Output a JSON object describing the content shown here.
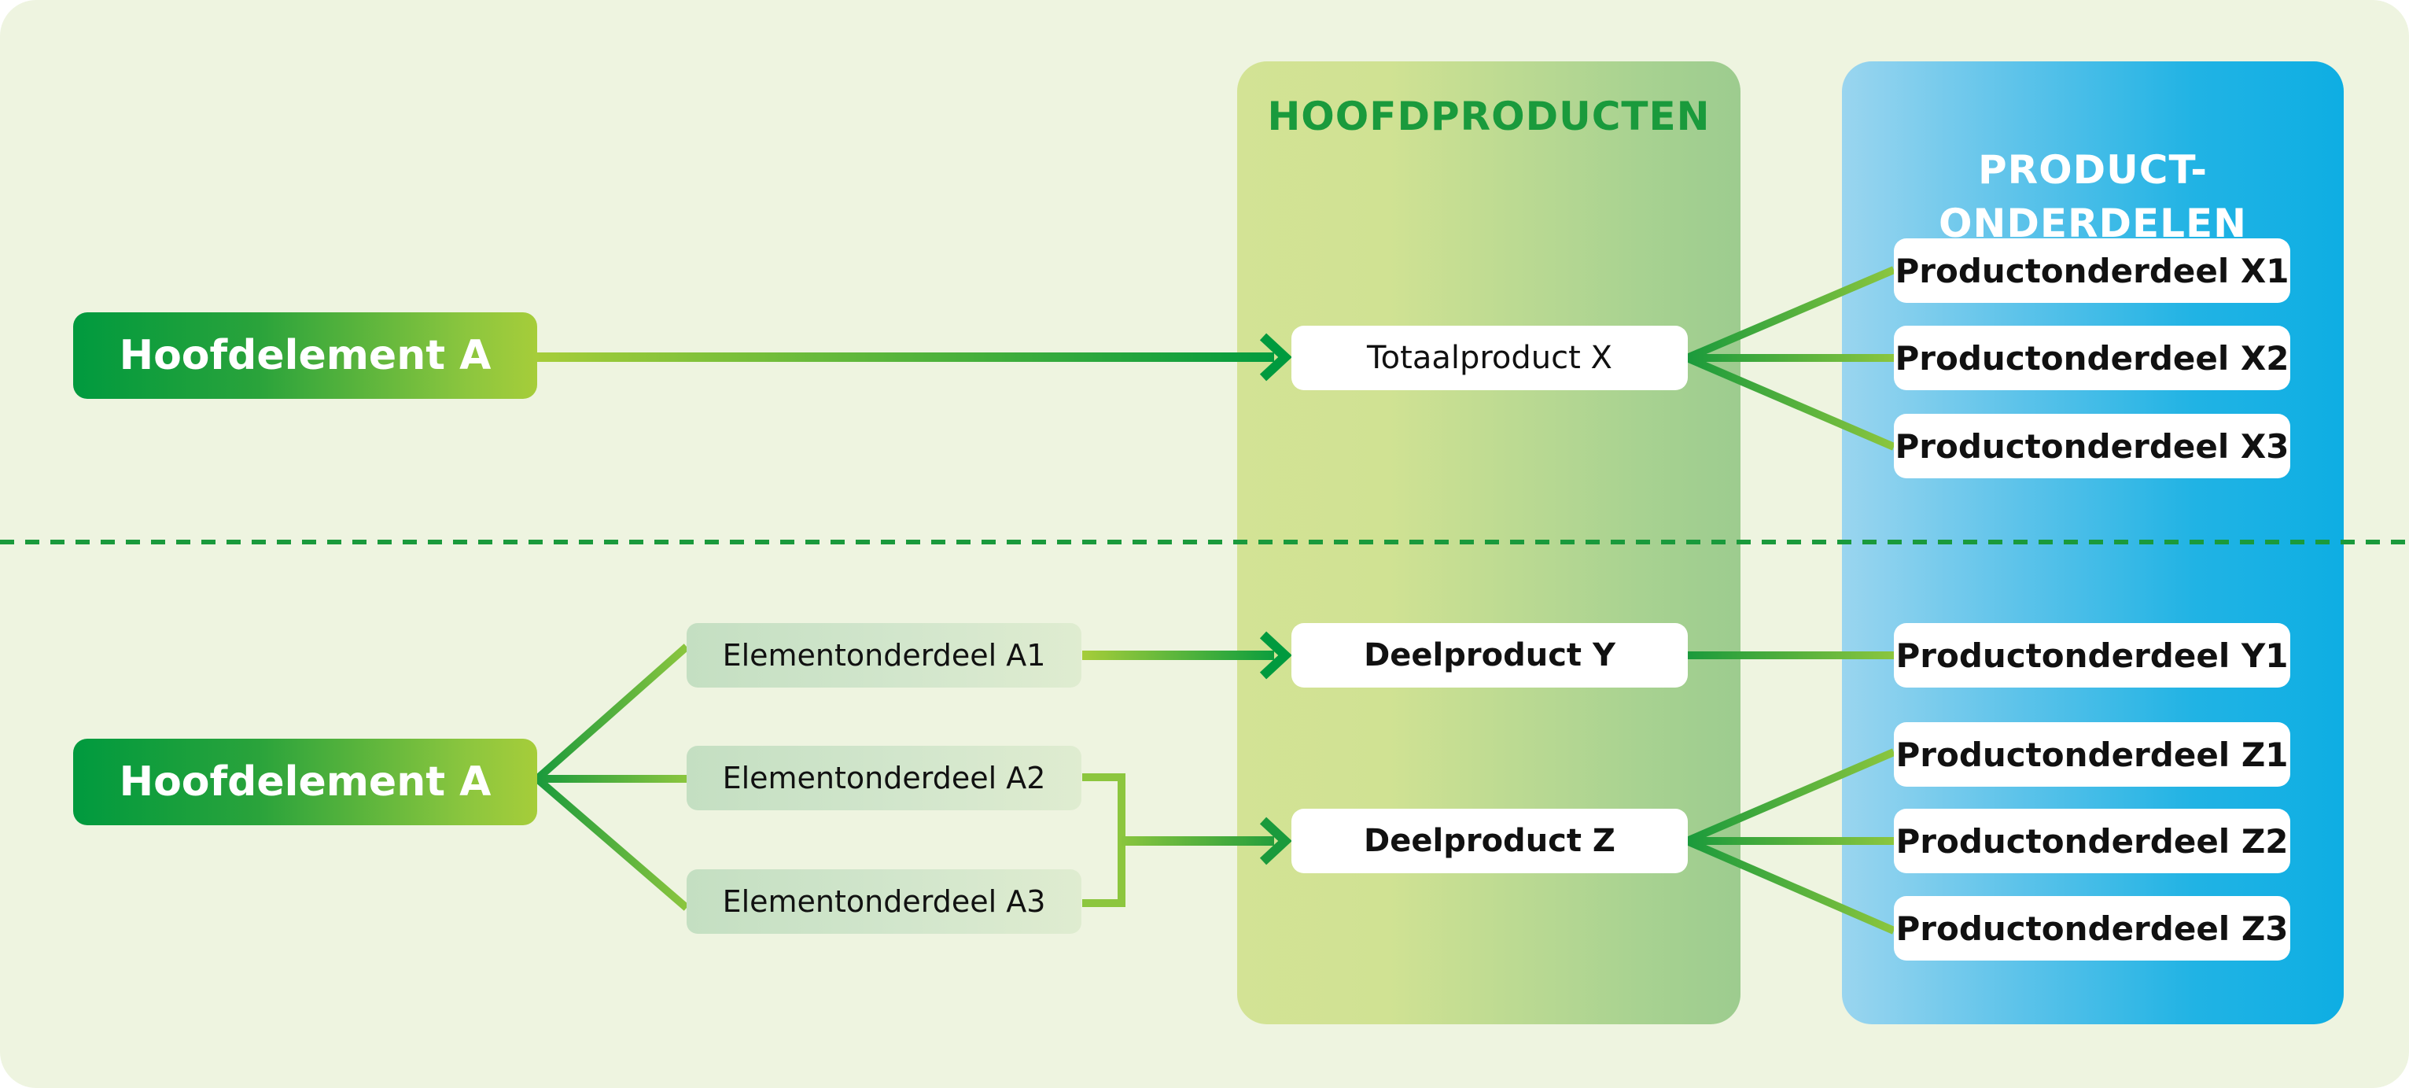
{
  "colors": {
    "panel_bg": "#eef4e0",
    "dark_green": "#009a3e",
    "lime_green": "#a6cd3a",
    "title_green": "#1a9a3c",
    "blue": "#0eaee3"
  },
  "columns": {
    "hoofdproducten": "HOOFDPRODUCTEN",
    "productonderdelen": "PRODUCT-\nONDERDELEN"
  },
  "top": {
    "element": "Hoofdelement A",
    "product": "Totaalproduct X",
    "parts": [
      "Productonderdeel X1",
      "Productonderdeel X2",
      "Productonderdeel X3"
    ]
  },
  "bottom": {
    "element": "Hoofdelement A",
    "subelements": [
      "Elementonderdeel A1",
      "Elementonderdeel A2",
      "Elementonderdeel A3"
    ],
    "products": [
      "Deelproduct Y",
      "Deelproduct Z"
    ],
    "parts": [
      "Productonderdeel Y1",
      "Productonderdeel Z1",
      "Productonderdeel Z2",
      "Productonderdeel Z3"
    ]
  }
}
